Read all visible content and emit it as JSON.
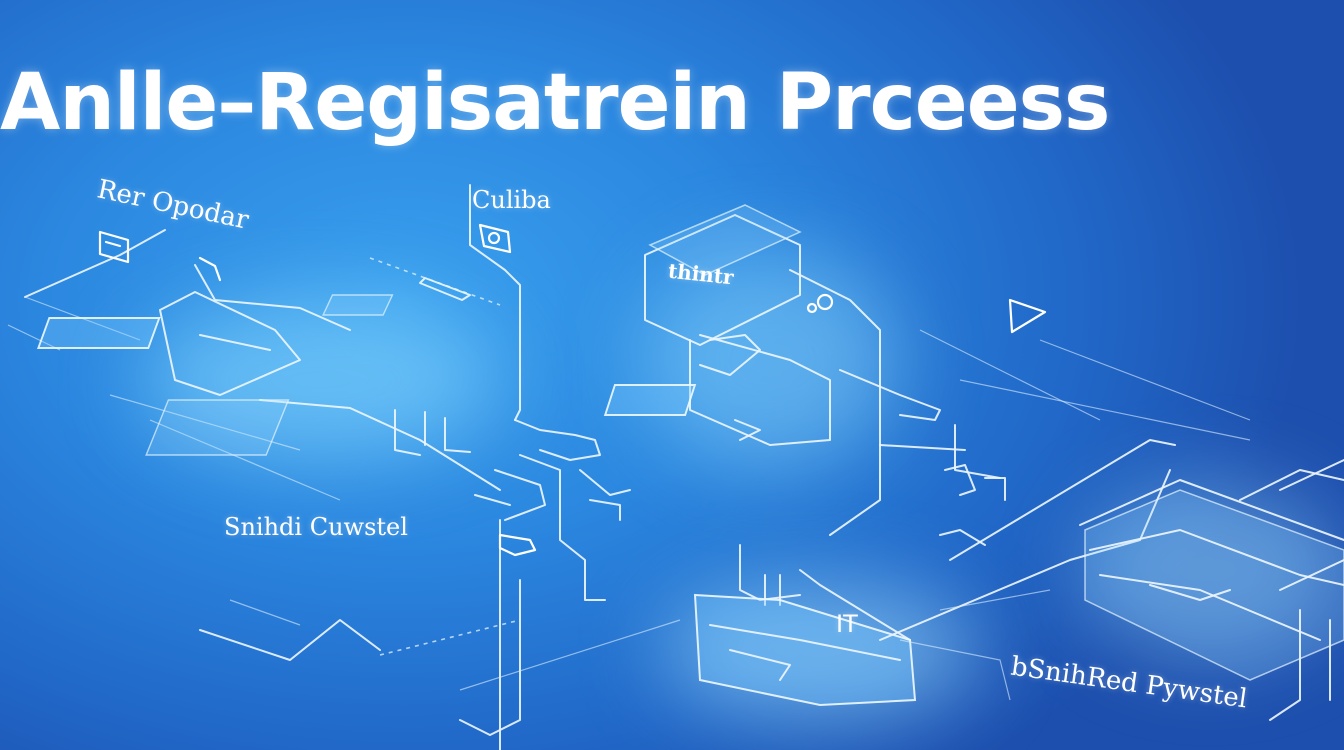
{
  "title": "Anlle–Regisatrein Prceess",
  "labels": {
    "top_left": "Rer Opodar",
    "top_center": "Culiba",
    "middle_box": "thintr",
    "middle_left": "Snihdi Cuwstel",
    "bottom_right": "bSnihRed Pywstel",
    "mid_code": "IT"
  },
  "colors": {
    "background_light": "#3aa0ee",
    "background_dark": "#1d4fae",
    "line": "#ebf5ff"
  },
  "icons": [
    "document-icon",
    "user-card-icon",
    "triangle-icon",
    "gear-icon",
    "hand-icon"
  ]
}
